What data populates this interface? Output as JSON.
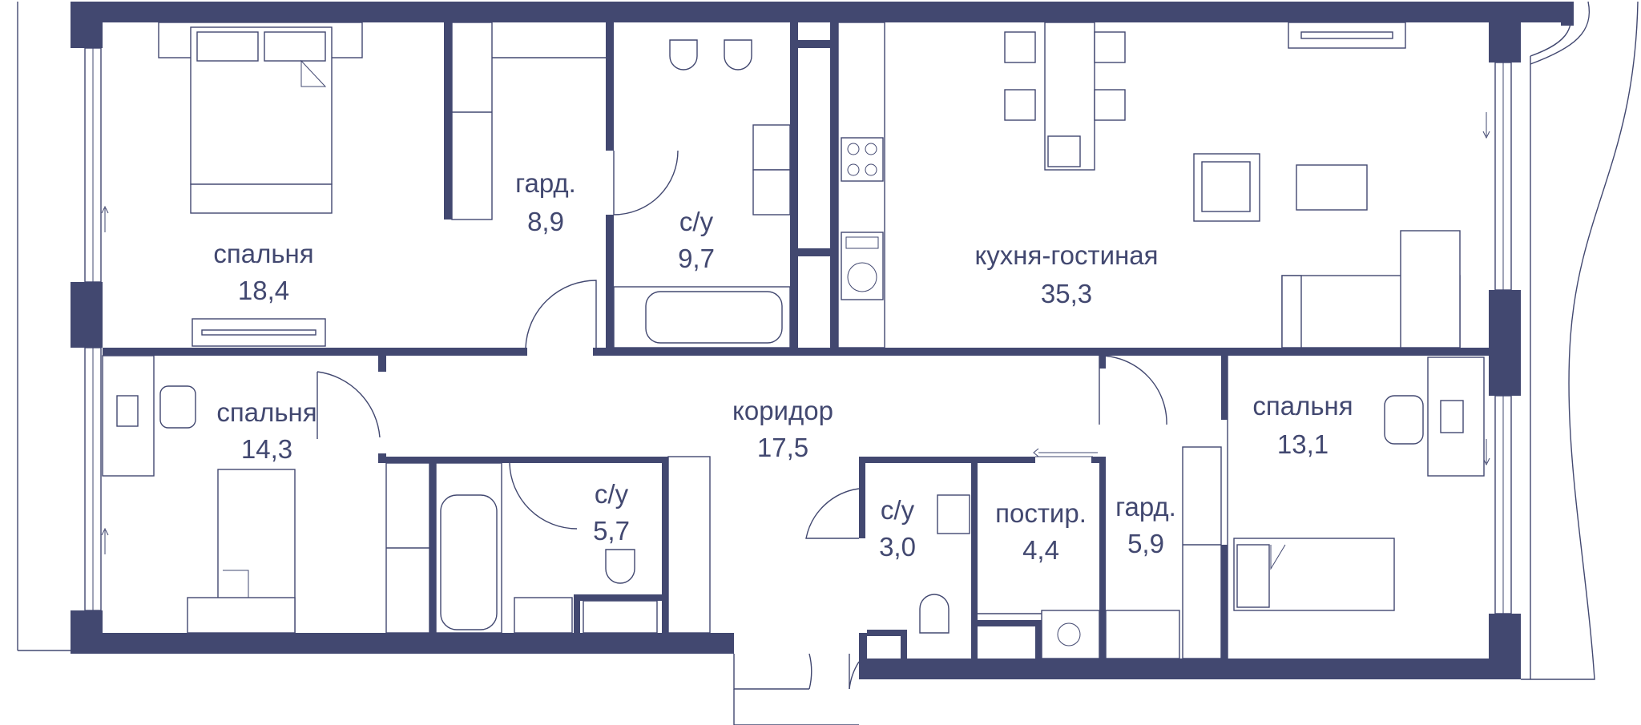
{
  "colors": {
    "wall": "#424870",
    "background": "#ffffff"
  },
  "rooms": [
    {
      "id": "bedroom-1",
      "name": "спальня",
      "area": "18,4"
    },
    {
      "id": "wardrobe-1",
      "name": "гард.",
      "area": "8,9"
    },
    {
      "id": "bathroom-1",
      "name": "с/у",
      "area": "9,7"
    },
    {
      "id": "kitchen-living",
      "name": "кухня-гостиная",
      "area": "35,3"
    },
    {
      "id": "bedroom-2",
      "name": "спальня",
      "area": "14,3"
    },
    {
      "id": "corridor",
      "name": "коридор",
      "area": "17,5"
    },
    {
      "id": "bathroom-2",
      "name": "с/у",
      "area": "5,7"
    },
    {
      "id": "bathroom-3",
      "name": "с/у",
      "area": "3,0"
    },
    {
      "id": "laundry",
      "name": "постир.",
      "area": "4,4"
    },
    {
      "id": "wardrobe-2",
      "name": "гард.",
      "area": "5,9"
    },
    {
      "id": "bedroom-3",
      "name": "спальня",
      "area": "13,1"
    }
  ]
}
